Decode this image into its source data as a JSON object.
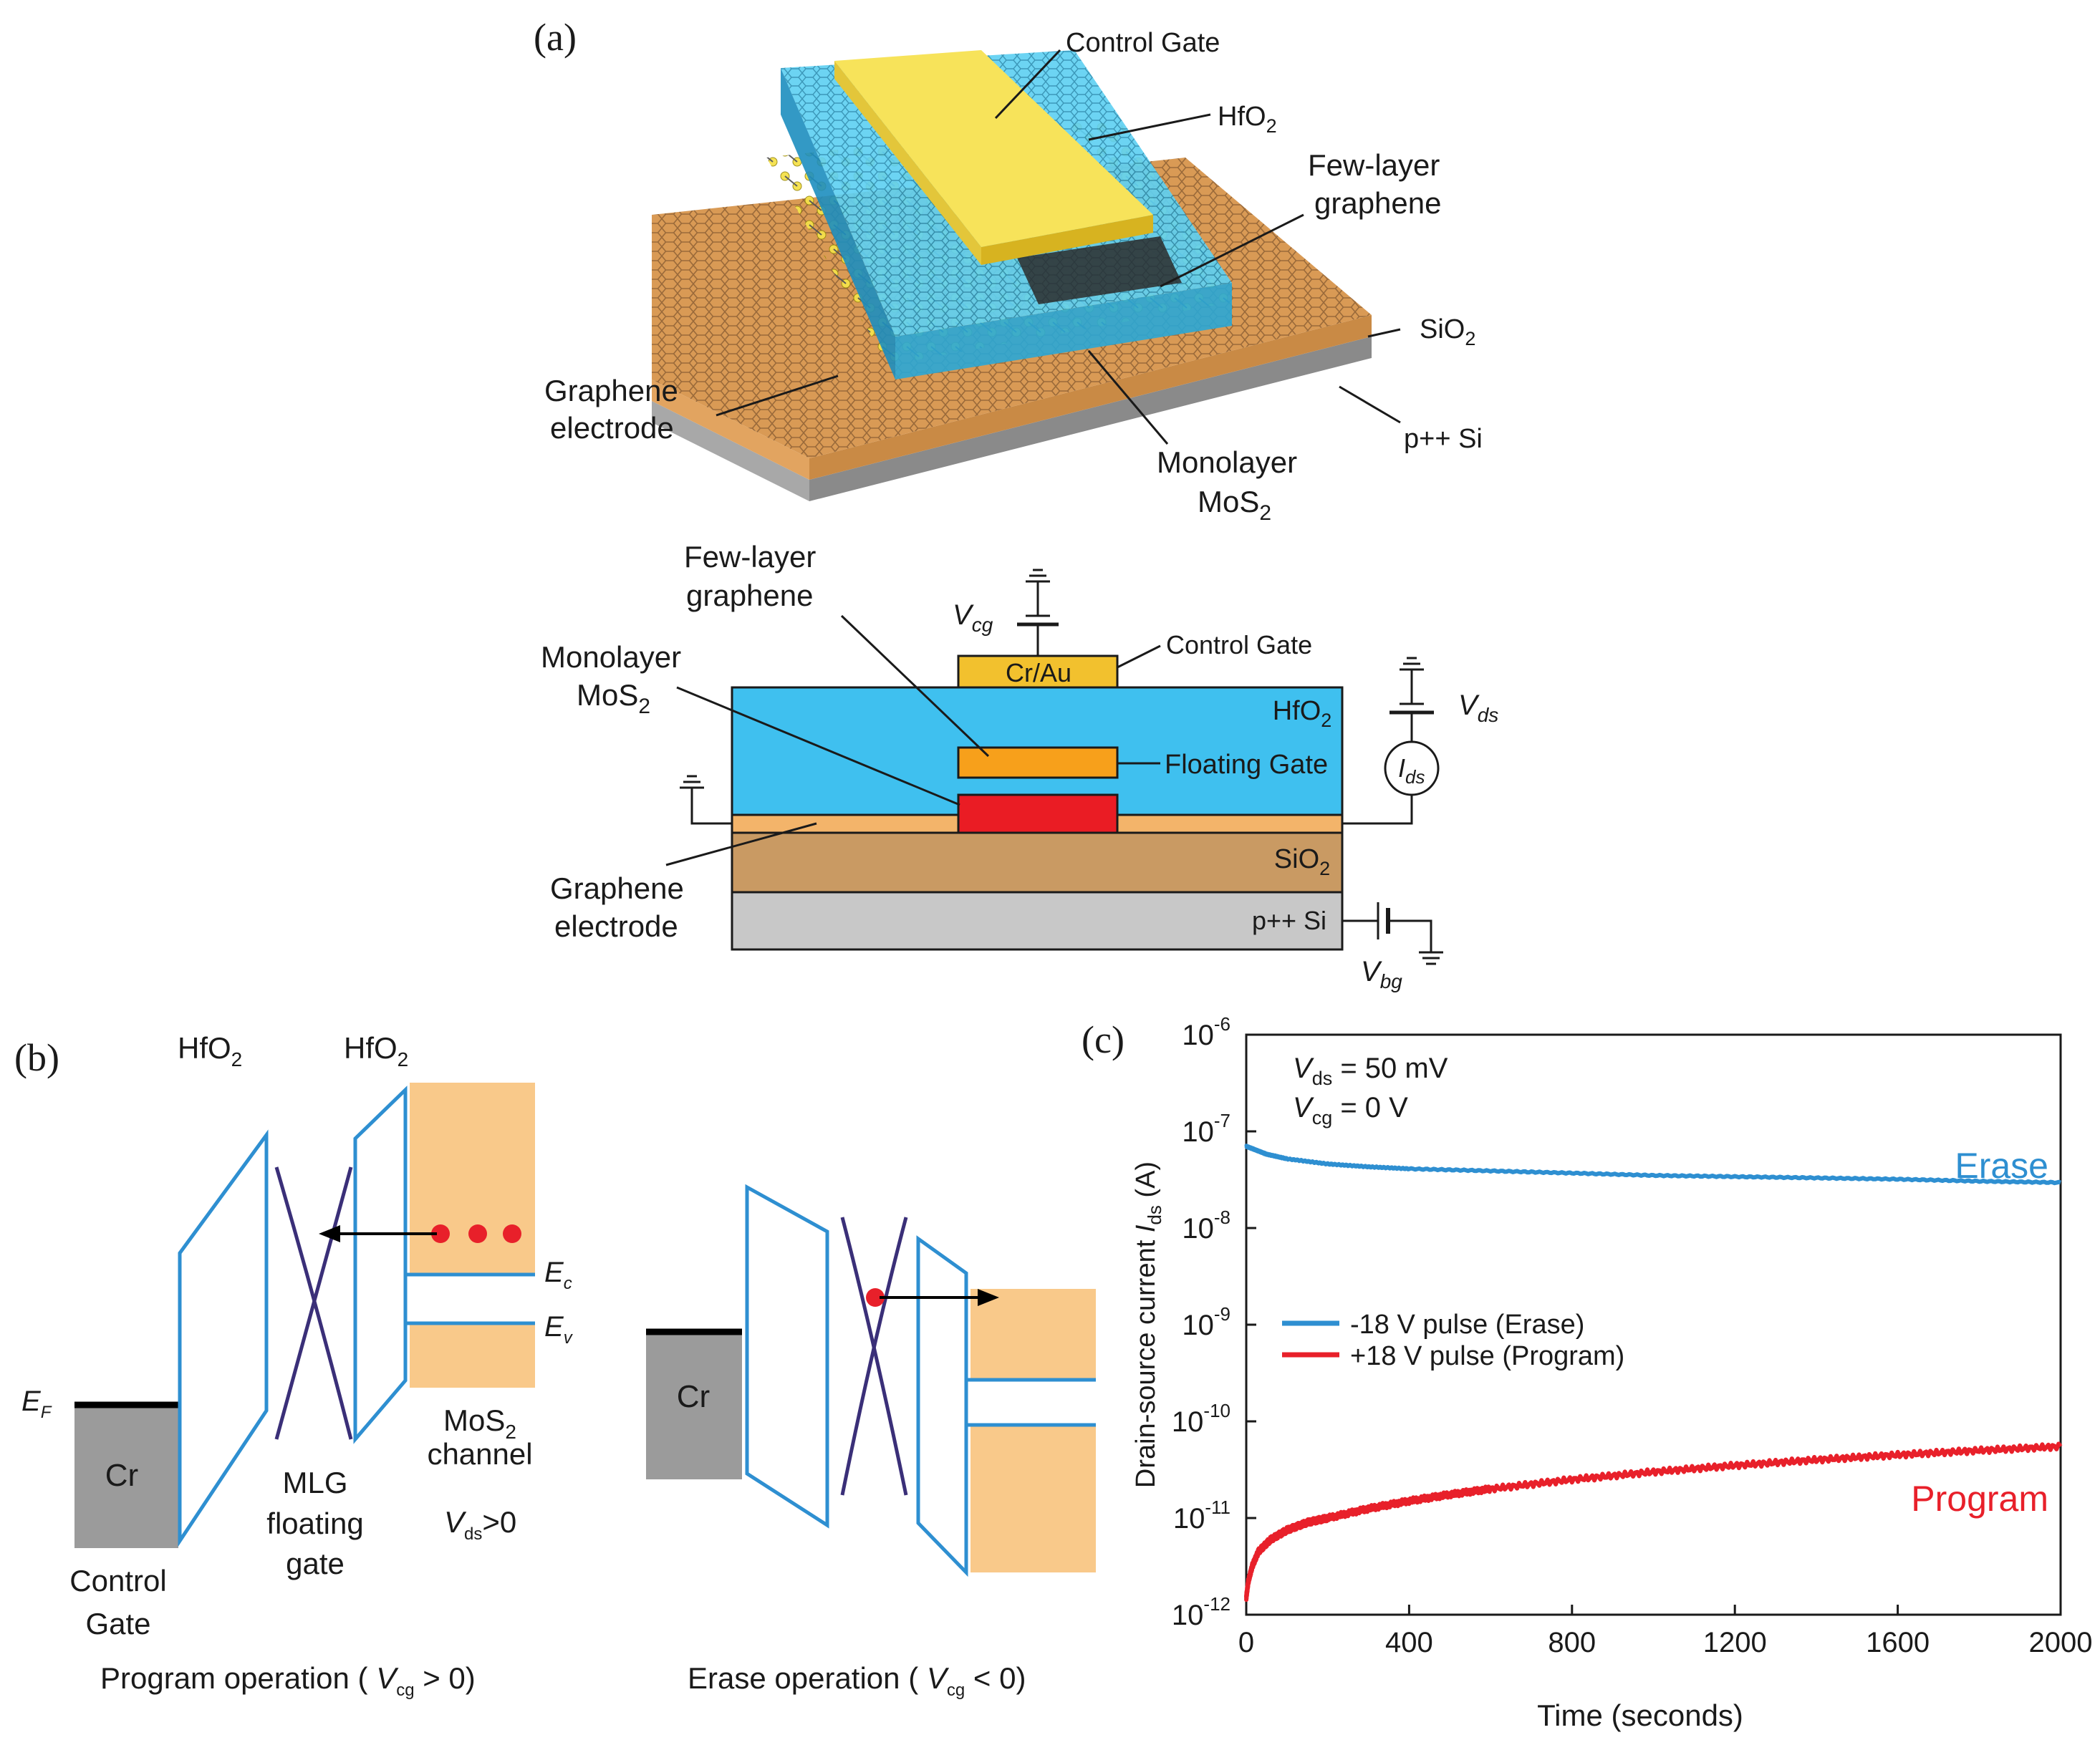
{
  "panel_a": {
    "label": "(a)",
    "three_d": {
      "control_gate": "Control Gate",
      "hfo2": "HfO",
      "hfo2_sub": "2",
      "few_layer_1": "Few-layer",
      "few_layer_2": "graphene",
      "sio2": "SiO",
      "sio2_sub": "2",
      "psi": "p++ Si",
      "graphene_1": "Graphene",
      "graphene_2": "electrode",
      "mono_1": "Monolayer",
      "mono_2": "MoS",
      "mono_sub": "2"
    },
    "cross": {
      "few_layer_1": "Few-layer",
      "few_layer_2": "graphene",
      "mono_1": "Monolayer",
      "mono_2": "MoS",
      "mono_sub": "2",
      "graphene_1": "Graphene",
      "graphene_2": "electrode",
      "vcg": "V",
      "vcg_sub": "cg",
      "crau": "Cr/Au",
      "control_gate": "Control Gate",
      "hfo2": "HfO",
      "hfo2_sub": "2",
      "floating_gate": "Floating Gate",
      "sio2": "SiO",
      "sio2_sub": "2",
      "psi": "p++ Si",
      "vds": "V",
      "vds_sub": "ds",
      "ids": "I",
      "ids_sub": "ds",
      "vbg": "V",
      "vbg_sub": "bg"
    }
  },
  "panel_b": {
    "label": "(b)",
    "hfo2_a": "HfO",
    "hfo2_a_sub": "2",
    "hfo2_b": "HfO",
    "hfo2_b_sub": "2",
    "ec": "E",
    "ec_sub": "c",
    "ev": "E",
    "ev_sub": "v",
    "ef": "E",
    "ef_sub": "F",
    "cr": "Cr",
    "mos2_1": "MoS",
    "mos2_sub": "2",
    "mos2_2": "channel",
    "vds_cond": "V",
    "vds_cond_sub": "ds",
    "vds_cond_tail": ">0",
    "mlg_1": "MLG",
    "mlg_2": "floating",
    "mlg_3": "gate",
    "cg_1": "Control",
    "cg_2": "Gate",
    "program_cap_a": "Program operation ( ",
    "program_cap_v": "V",
    "program_cap_sub": "cg",
    "program_cap_b": " > 0)",
    "erase_cr": "Cr",
    "erase_cap_a": "Erase operation ( ",
    "erase_cap_v": "V",
    "erase_cap_sub": "cg",
    "erase_cap_b": " < 0)"
  },
  "panel_c": {
    "label": "(c)",
    "cond1_v": "V",
    "cond1_sub": "ds",
    "cond1_tail": " = 50 mV",
    "cond2_v": "V",
    "cond2_sub": "cg",
    "cond2_tail": " = 0 V",
    "erase_label": "Erase",
    "program_label": "Program",
    "legend_erase": "-18 V pulse (Erase)",
    "legend_program": "+18 V pulse (Program)",
    "ylabel_a": "Drain-source current ",
    "ylabel_i": "I",
    "ylabel_sub": "ds",
    "ylabel_b": " (A)",
    "xlabel": "Time (seconds)"
  },
  "colors": {
    "erase": "#2e8fd1",
    "program": "#e8202a",
    "band": "#2e8fd1",
    "dirac": "#3a2f78",
    "mos2_fill": "#f9c98a",
    "hfo2_fill": "#3fc0ef",
    "gold": "#f2c12e",
    "floating_gate": "#f7a01b",
    "mos2_red": "#ea1c24",
    "graphene_layer": "#f3b46a",
    "sio2_fill": "#c99a63",
    "si_fill": "#c8c8c8"
  },
  "chart_data": {
    "type": "line",
    "title": "",
    "xlabel": "Time (seconds)",
    "ylabel": "Drain-source current Ids (A)",
    "xlim": [
      0,
      2000
    ],
    "ylim": [
      1e-12,
      1e-06
    ],
    "yscale": "log",
    "x_ticks": [
      "0",
      "400",
      "800",
      "1200",
      "1600",
      "2000"
    ],
    "y_ticks": [
      {
        "base": "10",
        "exp": "-12"
      },
      {
        "base": "10",
        "exp": "-11"
      },
      {
        "base": "10",
        "exp": "-10"
      },
      {
        "base": "10",
        "exp": "-9"
      },
      {
        "base": "10",
        "exp": "-8"
      },
      {
        "base": "10",
        "exp": "-7"
      },
      {
        "base": "10",
        "exp": "-6"
      }
    ],
    "legend_position": "center-left",
    "series": [
      {
        "name": "-18 V pulse (Erase)",
        "x": [
          0,
          20,
          50,
          100,
          200,
          300,
          400,
          600,
          800,
          1000,
          1200,
          1400,
          1600,
          1800,
          2000
        ],
        "y": [
          7e-08,
          6.5e-08,
          5.8e-08,
          5.2e-08,
          4.6e-08,
          4.3e-08,
          4.1e-08,
          3.9e-08,
          3.7e-08,
          3.5e-08,
          3.4e-08,
          3.3e-08,
          3.2e-08,
          3.05e-08,
          2.95e-08
        ]
      },
      {
        "name": "+18 V pulse (Program)",
        "x": [
          0,
          5,
          15,
          30,
          60,
          100,
          150,
          200,
          300,
          400,
          500,
          600,
          800,
          1000,
          1200,
          1400,
          1600,
          1800,
          2000
        ],
        "y": [
          1.5e-12,
          2.2e-12,
          3.2e-12,
          4.5e-12,
          6e-12,
          7.5e-12,
          9e-12,
          1e-11,
          1.25e-11,
          1.5e-11,
          1.75e-11,
          2e-11,
          2.5e-11,
          3e-11,
          3.5e-11,
          4e-11,
          4.5e-11,
          5e-11,
          5.5e-11
        ]
      }
    ]
  }
}
